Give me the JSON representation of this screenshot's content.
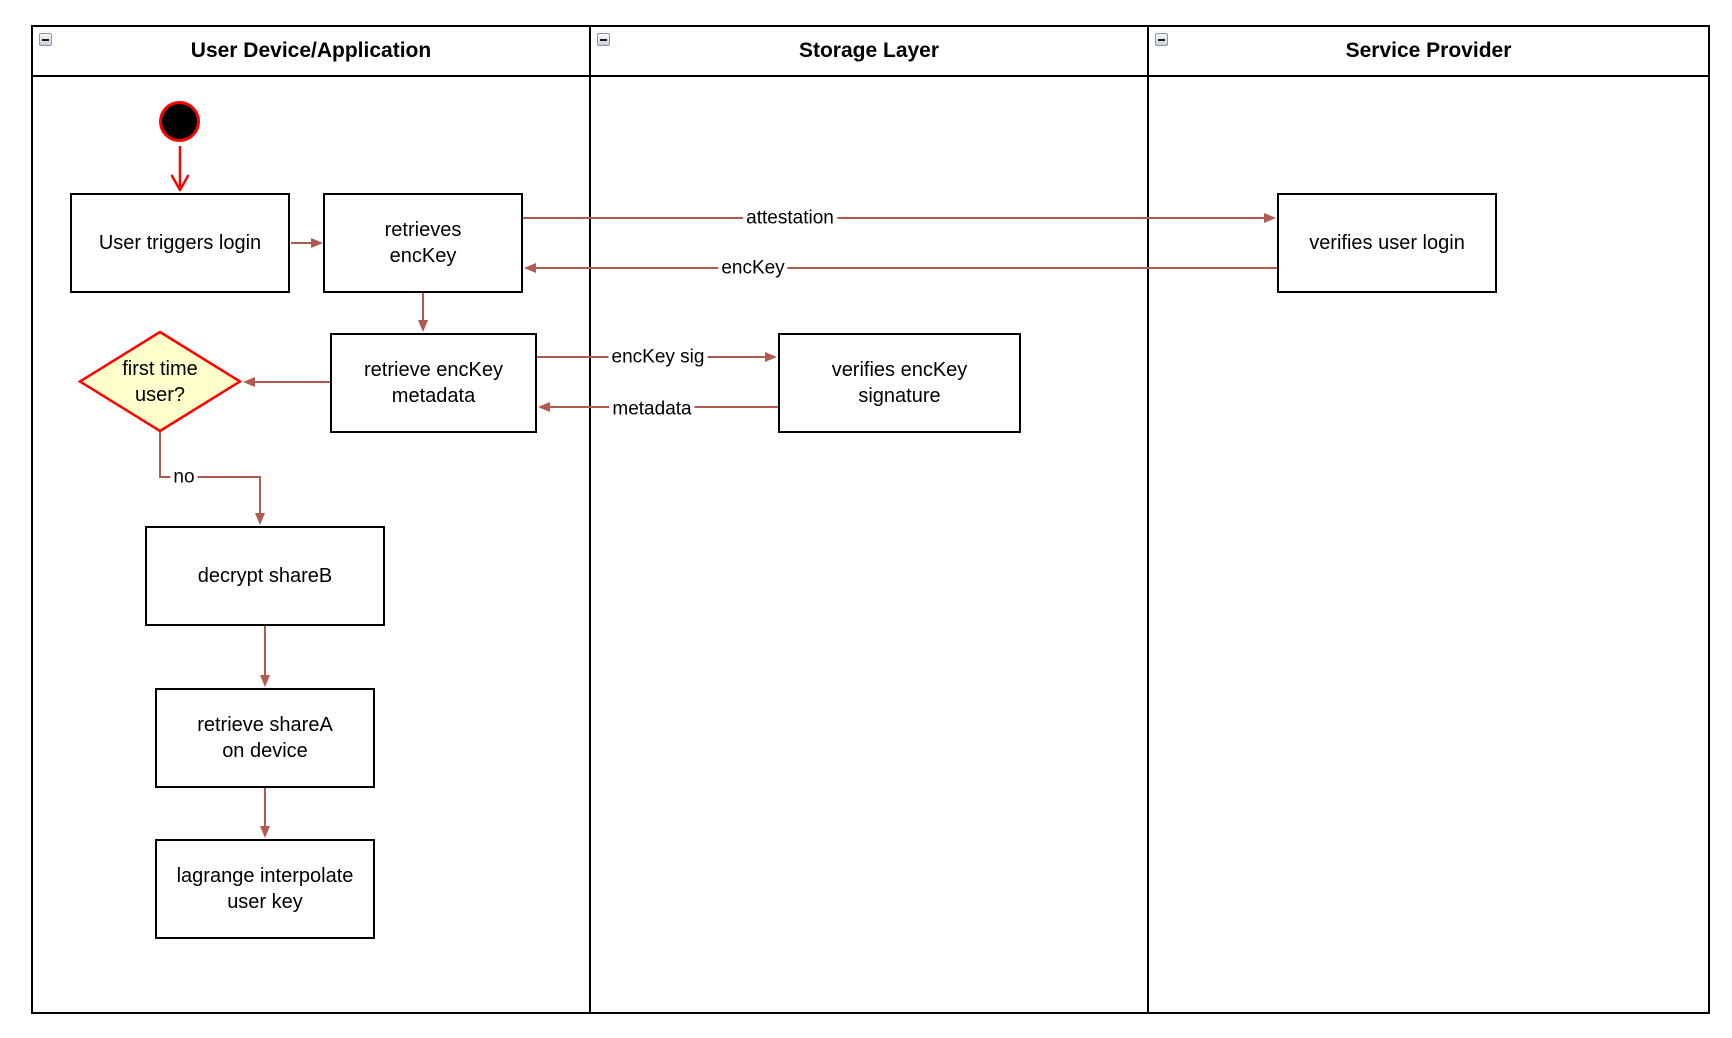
{
  "diagram": {
    "lanes": [
      {
        "title": "User Device/Application"
      },
      {
        "title": "Storage Layer"
      },
      {
        "title": "Service Provider"
      }
    ],
    "nodes": {
      "start": {
        "type": "initial-state"
      },
      "user_triggers_login": {
        "label": "User triggers login"
      },
      "retrieves_enckey": {
        "label": "retrieves\nencKey"
      },
      "verifies_user_login": {
        "label": "verifies user login"
      },
      "retrieve_enckey_metadata": {
        "label": "retrieve encKey\nmetadata"
      },
      "verifies_enckey_signature": {
        "label": "verifies encKey\nsignature"
      },
      "first_time_user": {
        "label": "first time\nuser?",
        "type": "decision"
      },
      "decrypt_shareb": {
        "label": "decrypt shareB"
      },
      "retrieve_sharea": {
        "label": "retrieve shareA\non device"
      },
      "lagrange_interpolate": {
        "label": "lagrange interpolate\nuser key"
      }
    },
    "edge_labels": {
      "attestation": "attestation",
      "enckey": "encKey",
      "enckey_sig": "encKey sig",
      "metadata": "metadata",
      "no": "no"
    },
    "colors": {
      "edge": "#B05A50",
      "accent_red": "#FF0000",
      "decision_fill": "#FFFFCC",
      "decision_border": "#FF0000",
      "node_border": "#000000",
      "node_fill": "#FFFFFF"
    }
  }
}
